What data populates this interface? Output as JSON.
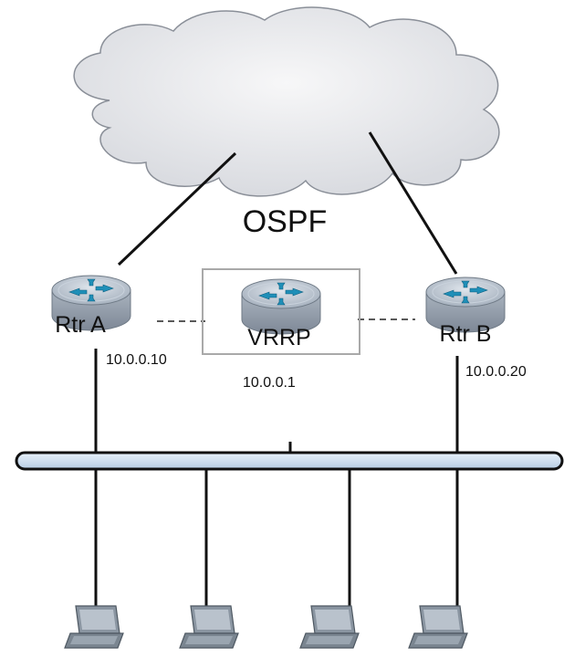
{
  "cloud": {
    "label": "OSPF"
  },
  "routers": [
    {
      "name": "Rtr A",
      "ip": "10.0.0.10"
    },
    {
      "name": "VRRP",
      "ip": "10.0.0.1"
    },
    {
      "name": "Rtr B",
      "ip": "10.0.0.20"
    }
  ],
  "hosts": [
    "laptop",
    "laptop",
    "laptop",
    "laptop"
  ],
  "colors": {
    "cloud_fill": "#e9eaed",
    "router_top": "#b8c3cf",
    "router_side": "#8e9aa8",
    "arrow": "#1f8fb8",
    "bus_fill": "#cfe0f2",
    "laptop": "#7d8894"
  }
}
